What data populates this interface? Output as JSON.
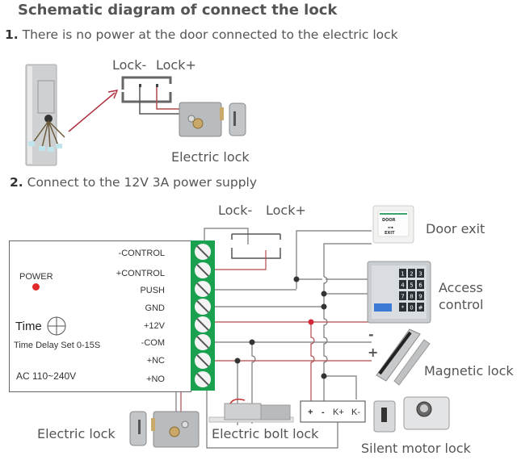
{
  "title": "Schematic diagram of connect the lock",
  "step1": {
    "number": "1.",
    "text": "There is no power at the door connected to the electric lock"
  },
  "step2": {
    "number": "2.",
    "text": "Connect to the 12V 3A power supply"
  },
  "diagram1": {
    "lock_minus": "Lock-",
    "lock_plus": "Lock+",
    "electric_lock_label": "Electric lock"
  },
  "diagram2": {
    "lock_minus": "Lock-",
    "lock_plus": "Lock+",
    "controller": {
      "power_label": "POWER",
      "time_label": "Time",
      "delay_label": "Time Delay Set 0-15S",
      "ac_label": "AC 110~240V",
      "terminals": [
        "-CONTROL",
        "+CONTROL",
        "PUSH",
        "GND",
        "+12V",
        "-COM",
        "+NC",
        "+NO"
      ]
    },
    "devices": {
      "door_exit": "Door exit",
      "door_exit_button": {
        "line1": "DOOR",
        "line2": "EXIT"
      },
      "access_control_line1": "Access",
      "access_control_line2": "control",
      "magnetic_lock": "Magnetic lock",
      "magnetic_minus": "-",
      "magnetic_plus": "+",
      "electric_lock": "Electric lock",
      "electric_bolt_lock": "Electric bolt lock",
      "silent_motor_lock": "Silent motor lock",
      "motor_terminals": [
        "+",
        "-",
        "K+",
        "K-"
      ]
    },
    "keypad_keys": [
      "1",
      "2",
      "3",
      "4",
      "5",
      "6",
      "7",
      "8",
      "9",
      "*",
      "0",
      "#"
    ]
  },
  "colors": {
    "terminal_green": "#1aa150",
    "wire_red": "#b04a4a",
    "wire_gray": "#777777",
    "power_led": "#e02a2a"
  }
}
